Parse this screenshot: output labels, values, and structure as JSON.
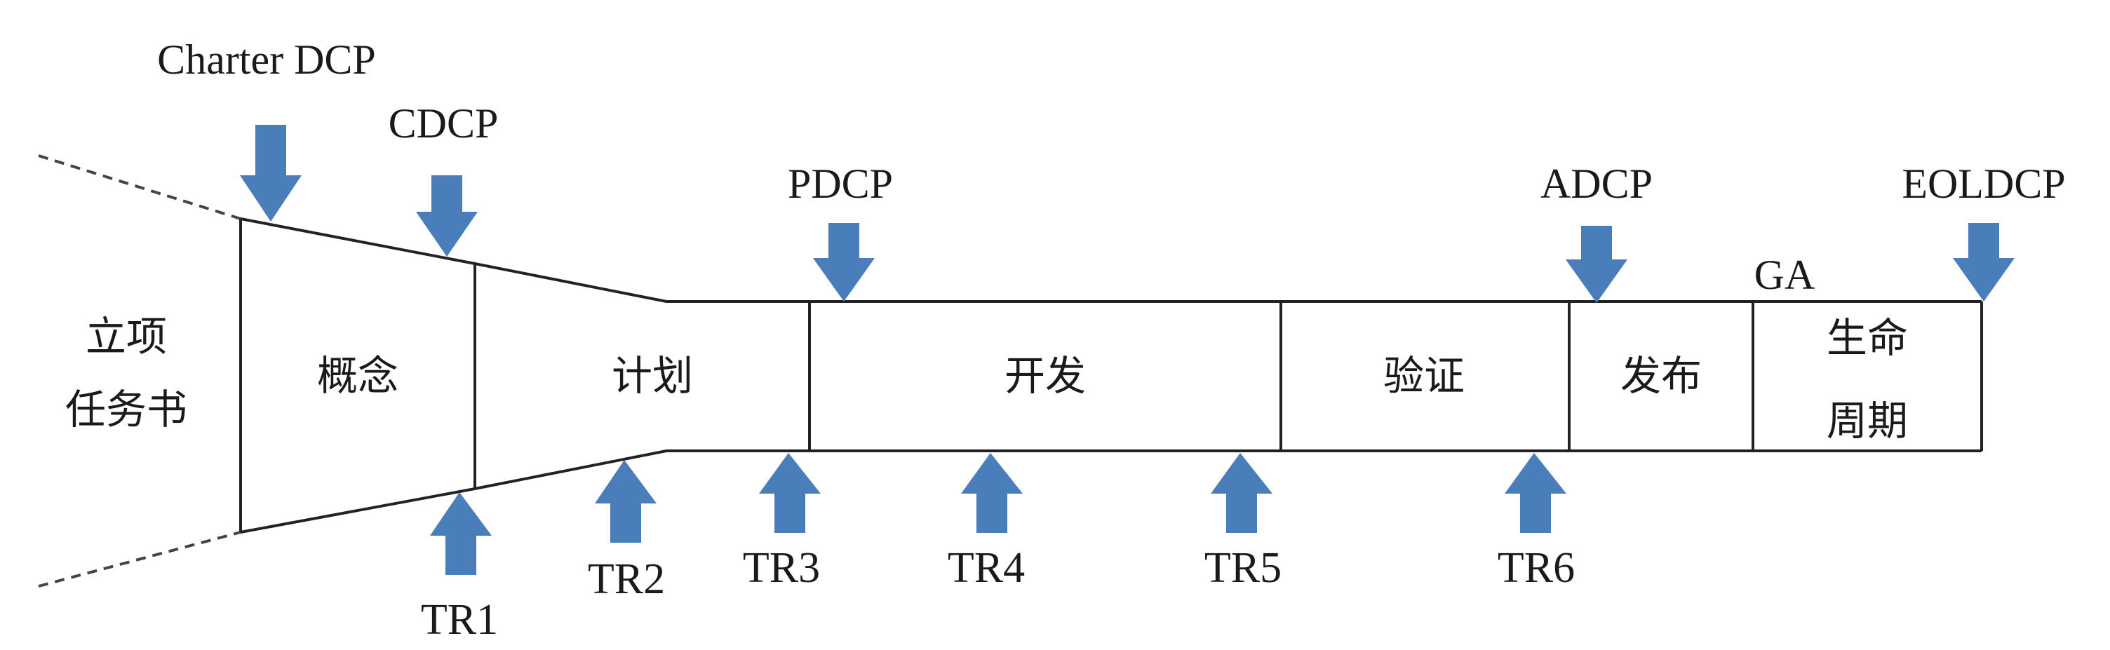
{
  "colors": {
    "arrow": "#4a7ebb",
    "line": "#222222"
  },
  "intake": {
    "line1": "立项",
    "line2": "任务书"
  },
  "stages": {
    "concept": "概念",
    "plan": "计划",
    "develop": "开发",
    "verify": "验证",
    "release": "发布",
    "lifecycle_line1": "生命",
    "lifecycle_line2": "周期"
  },
  "decision_points": {
    "charter": "Charter DCP",
    "cdcp": "CDCP",
    "pdcp": "PDCP",
    "adcp": "ADCP",
    "eoldcp": "EOLDCP",
    "ga": "GA"
  },
  "reviews": {
    "tr1": "TR1",
    "tr2": "TR2",
    "tr3": "TR3",
    "tr4": "TR4",
    "tr5": "TR5",
    "tr6": "TR6"
  }
}
